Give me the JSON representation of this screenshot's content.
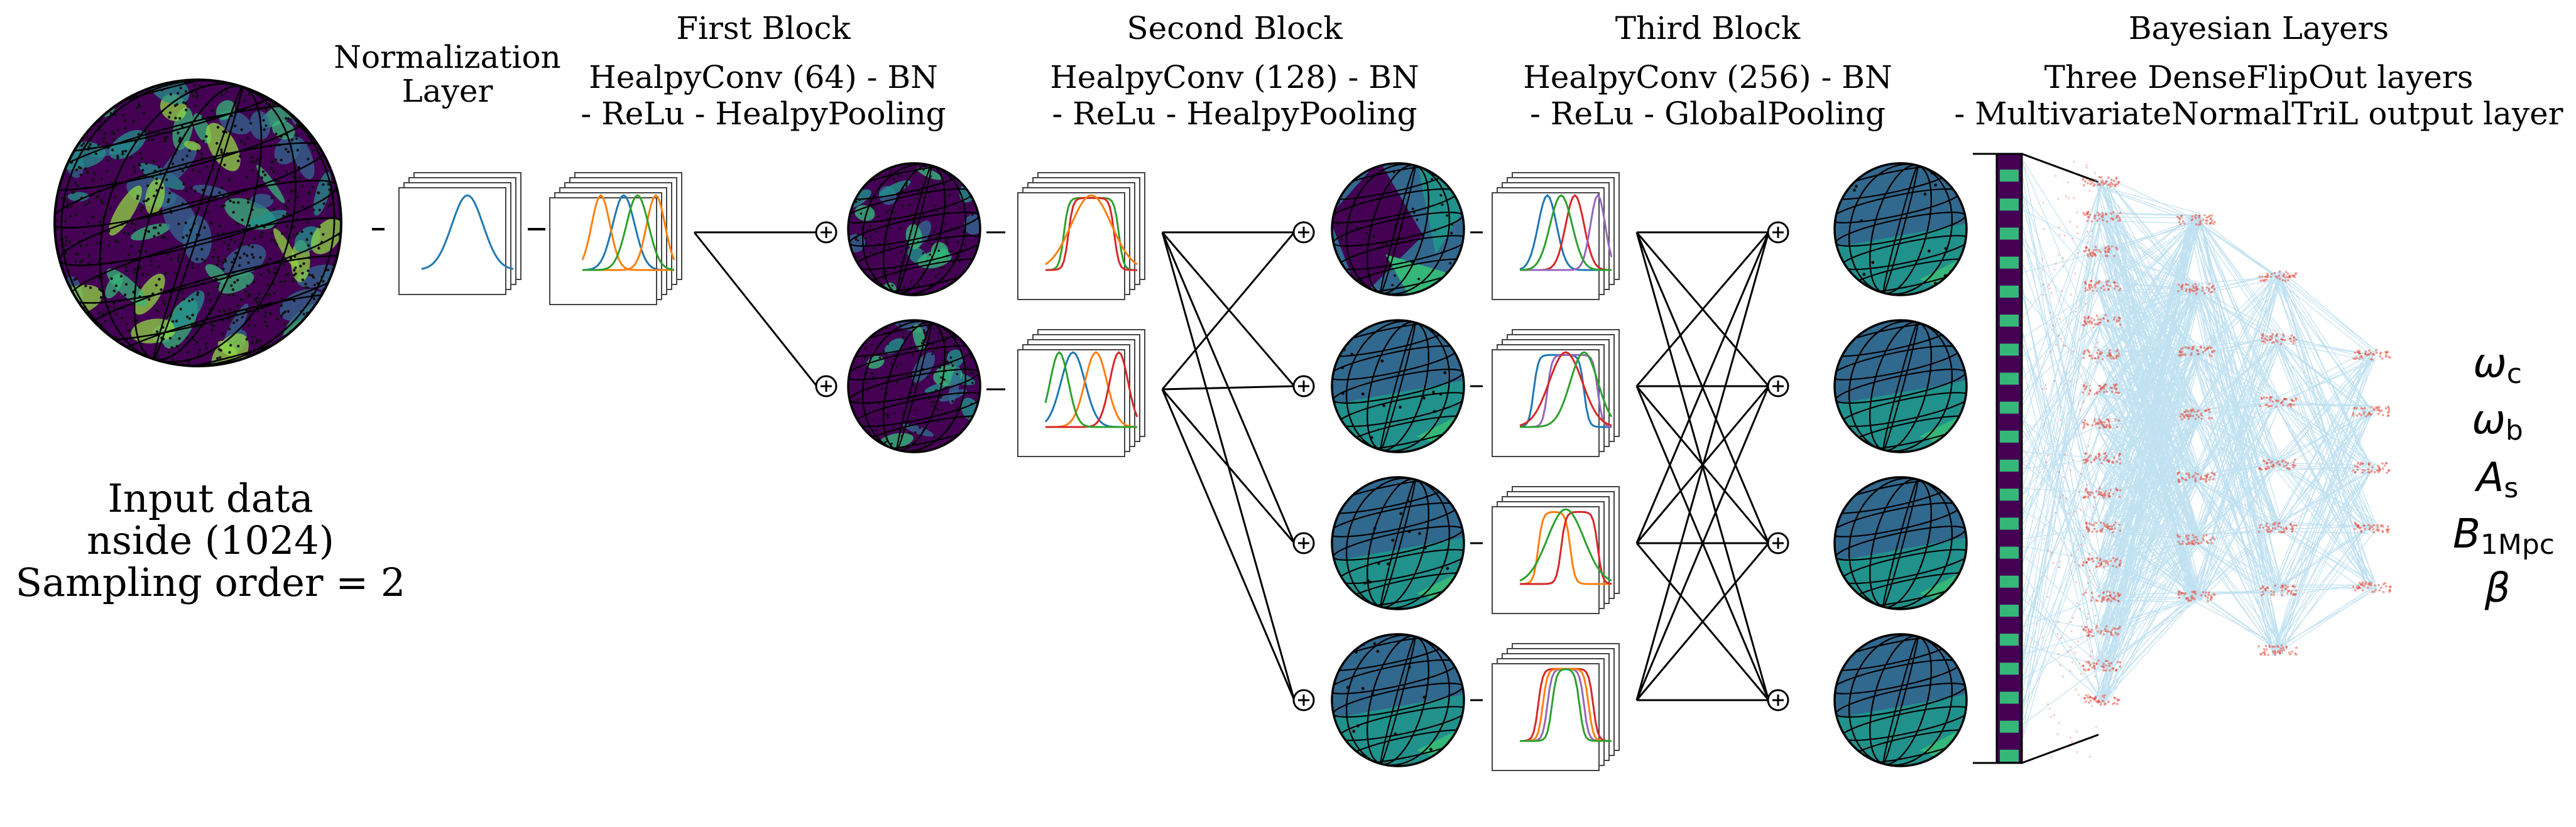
{
  "input": {
    "line1": "Input data",
    "line2": "nside (1024)",
    "line3": "Sampling order = 2"
  },
  "normalization": {
    "line1": "Normalization",
    "line2": "Layer"
  },
  "first_block": {
    "title": "First Block",
    "line1": "HealpyConv (64) - BN",
    "line2": "- ReLu - HealpyPooling"
  },
  "second_block": {
    "title": "Second Block",
    "line1": "HealpyConv (128) - BN",
    "line2": "- ReLu - HealpyPooling"
  },
  "third_block": {
    "title": "Third Block",
    "line1": "HealpyConv (256) - BN",
    "line2": "- ReLu - GlobalPooling"
  },
  "bayesian": {
    "title": "Bayesian Layers",
    "line1": "Three DenseFlipOut layers",
    "line2": "- MultivariateNormalTriL output layer"
  },
  "outputs": [
    {
      "base": "ω",
      "sub": "c"
    },
    {
      "base": "ω",
      "sub": "b"
    },
    {
      "base": "A",
      "sub": "s"
    },
    {
      "base": "B",
      "sub": "1Mpc"
    },
    {
      "base": "β",
      "sub": ""
    }
  ],
  "colors": {
    "viridis_dark": "#440154",
    "viridis_blue": "#31688e",
    "viridis_teal": "#21918c",
    "viridis_green": "#35b779",
    "viridis_yellow": "#90d743",
    "curve_blue": "#1f77b4",
    "curve_orange": "#ff7f0e",
    "curve_green": "#2ca02c",
    "curve_red": "#d62728",
    "curve_purple": "#9467bd",
    "nn_edge": "#8ecae6",
    "nn_node": "#e74c3c"
  }
}
